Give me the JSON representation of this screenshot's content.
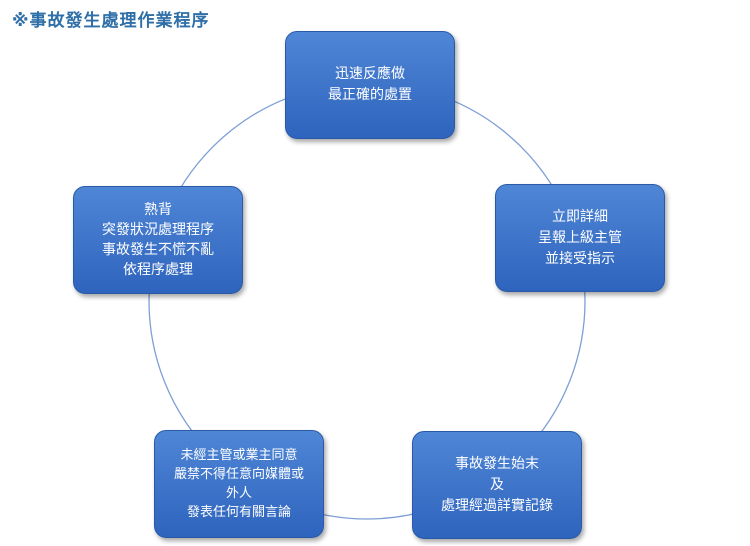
{
  "title": "※事故發生處理作業程序",
  "colors": {
    "node_fill": "#3a70c8",
    "ring": "#7d9fd6",
    "title": "#2f6fa8"
  },
  "nodes": [
    {
      "id": "respond",
      "lines": [
        "迅速反應做",
        "最正確的處置"
      ]
    },
    {
      "id": "report",
      "lines": [
        "立即詳細",
        "呈報上級主管",
        "並接受指示"
      ]
    },
    {
      "id": "record",
      "lines": [
        "事故發生始末",
        "及",
        "處理經過詳實記錄"
      ]
    },
    {
      "id": "no-disclosure",
      "lines": [
        "未經主管或業主同意",
        "嚴禁不得任意向媒體或",
        "外人",
        "發表任何有關言論"
      ]
    },
    {
      "id": "memorize",
      "lines": [
        "熟背",
        "突發狀況處理程序",
        "事故發生不慌不亂",
        "依程序處理"
      ]
    }
  ]
}
